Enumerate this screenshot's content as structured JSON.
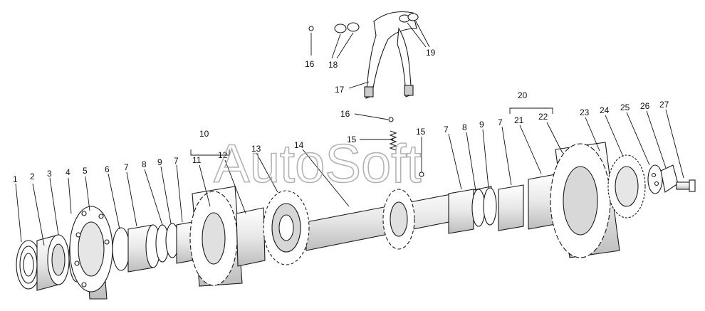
{
  "watermark": "AutoSoft",
  "labels": {
    "l1": "1",
    "l2": "2",
    "l3": "3",
    "l4": "4",
    "l5": "5",
    "l6": "6",
    "l7a": "7",
    "l8a": "8",
    "l9a": "9",
    "l7b": "7",
    "l10": "10",
    "l11": "11",
    "l12": "12",
    "l13": "13",
    "l14": "14",
    "l15a": "15",
    "l15b": "15",
    "l16a": "16",
    "l16b": "16",
    "l17": "17",
    "l18": "18",
    "l19": "19",
    "l20": "20",
    "l7c": "7",
    "l8b": "8",
    "l9b": "9",
    "l7d": "7",
    "l21": "21",
    "l22": "22",
    "l23": "23",
    "l24": "24",
    "l25": "25",
    "l26": "26",
    "l27": "27"
  },
  "colors": {
    "line": "#1a1a1a",
    "fill": "#ffffff",
    "shade": "#d9d9d9",
    "watermark": "#9a9a9a"
  }
}
